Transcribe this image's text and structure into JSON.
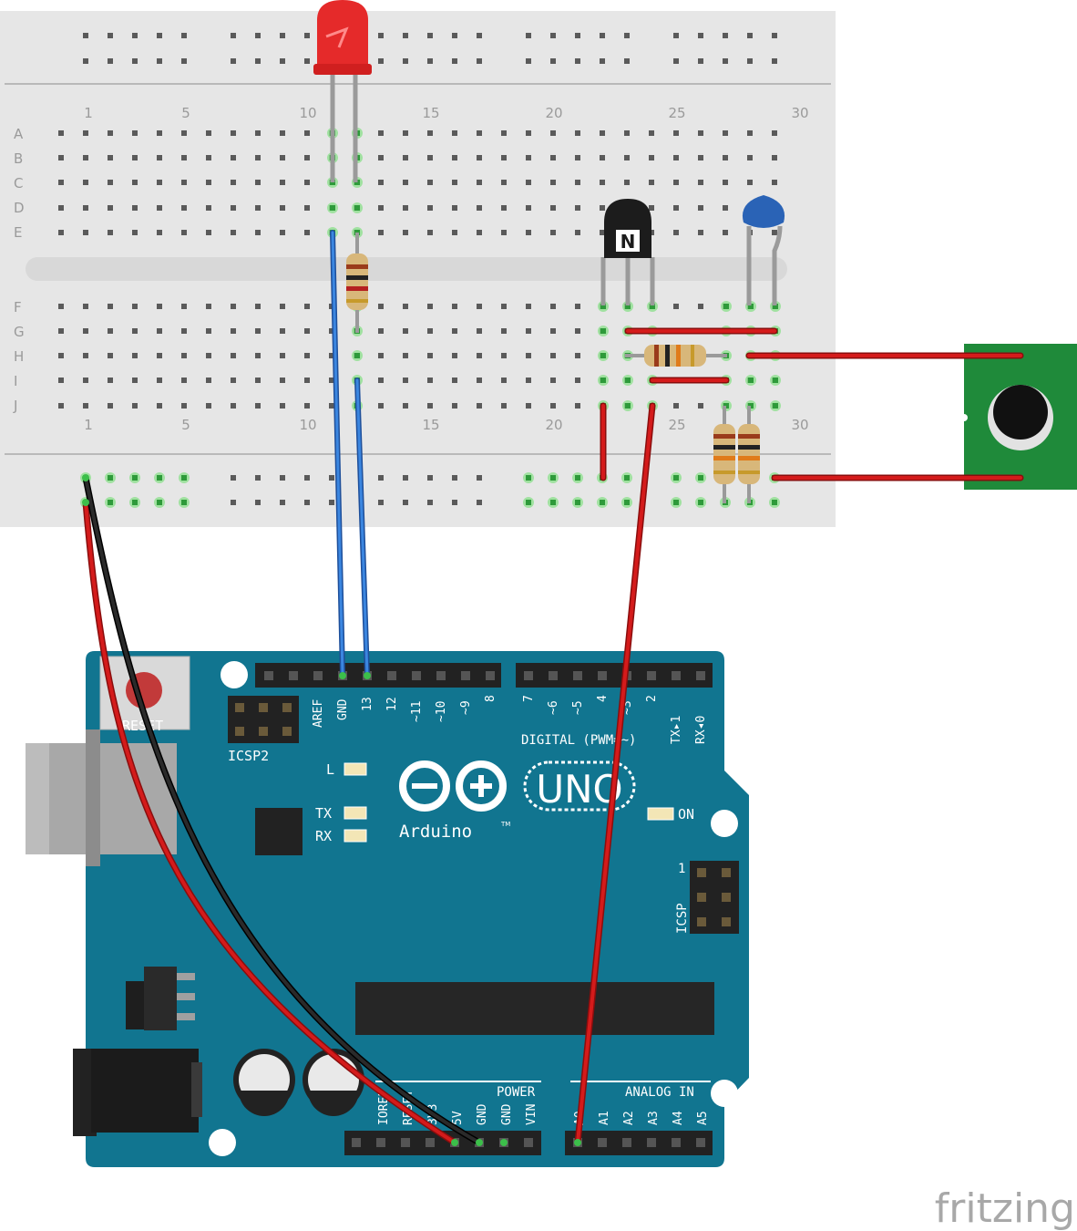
{
  "breadboard": {
    "column_numbers": [
      "1",
      "5",
      "10",
      "15",
      "20",
      "25",
      "30"
    ],
    "row_letters_top": [
      "A",
      "B",
      "C",
      "D",
      "E"
    ],
    "row_letters_bottom": [
      "F",
      "G",
      "H",
      "I",
      "J"
    ]
  },
  "arduino": {
    "reset_label": "RESET",
    "icsp2_label": "ICSP2",
    "icsp_label": "ICSP",
    "icsp_pin1": "1",
    "digital_label": "DIGITAL (PWM=~)",
    "brand": "Arduino",
    "tm": "TM",
    "model": "UNO",
    "on_label": "ON",
    "led_labels": [
      "L",
      "TX",
      "RX"
    ],
    "header_top_left": [
      "AREF",
      "GND",
      "13",
      "12",
      "~11",
      "~10",
      "~9",
      "8"
    ],
    "header_top_right": [
      "7",
      "~6",
      "~5",
      "4",
      "~3",
      "2",
      "TX▸1",
      "RX◂0"
    ],
    "power_label": "POWER",
    "analog_label": "ANALOG IN",
    "power_pins": [
      "IOREF",
      "RESET",
      "3V3",
      "5V",
      "GND",
      "GND",
      "VIN"
    ],
    "analog_pins": [
      "A0",
      "A1",
      "A2",
      "A3",
      "A4",
      "A5"
    ]
  },
  "components": {
    "transistor_marking": "N"
  },
  "footer": {
    "watermark": "fritzing"
  },
  "colors": {
    "board": "#117590",
    "breadboard": "#e6e6e6",
    "wire_red": "#cc1414",
    "wire_blue": "#1e6fd0",
    "wire_black": "#222222",
    "mic_board": "#1f8a3a"
  }
}
